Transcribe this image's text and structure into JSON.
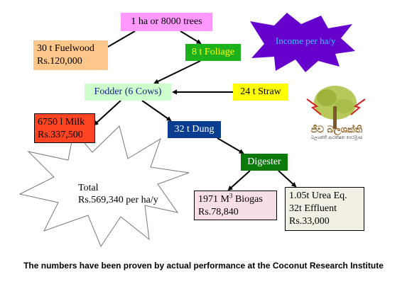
{
  "nodes": {
    "root": "1 ha or 8000 trees",
    "fuelwood": {
      "line1": "30 t Fuelwood",
      "line2": "Rs.120,000"
    },
    "foliage": "8 t Foliage",
    "fodder": "Fodder (6 Cows)",
    "straw": "24 t Straw",
    "milk": {
      "line1": "6750 l Milk",
      "line2": "Rs.337,500"
    },
    "dung": "32 t Dung",
    "digester": "Digester",
    "biogas": {
      "amount": "1971 M",
      "unit_sup": "3",
      "label": " Biogas",
      "line2": "Rs.78,840"
    },
    "urea": {
      "line1": "1.05t Urea Eq.",
      "line2": "32t Effluent",
      "line3": "Rs.33,000"
    },
    "total": {
      "line1": "Total",
      "line2": "Rs.569,340 per ha/y"
    },
    "income": "Income per ha/y"
  },
  "logo": {
    "text": "ජීව බලශක්ති",
    "subtext": "බලශක්ති ආරක්ෂක පෙරමුණ",
    "icon": "tree-lightning-icon"
  },
  "caption": "The numbers have been proven by actual performance at the Coconut Research Institute",
  "colors": {
    "root": "#ff99ff",
    "fuelwood": "#fdc68a",
    "foliage": "#1db01d",
    "fodder": "#ccffcc",
    "straw": "#ffff00",
    "milk": "#ff4422",
    "dung": "#0a3d8f",
    "digester": "#0b7a0b",
    "biogas": "#f8dfe6",
    "urea": "#f2f0e4",
    "income_star": "#6600cc",
    "income_text": "#33ccff"
  }
}
